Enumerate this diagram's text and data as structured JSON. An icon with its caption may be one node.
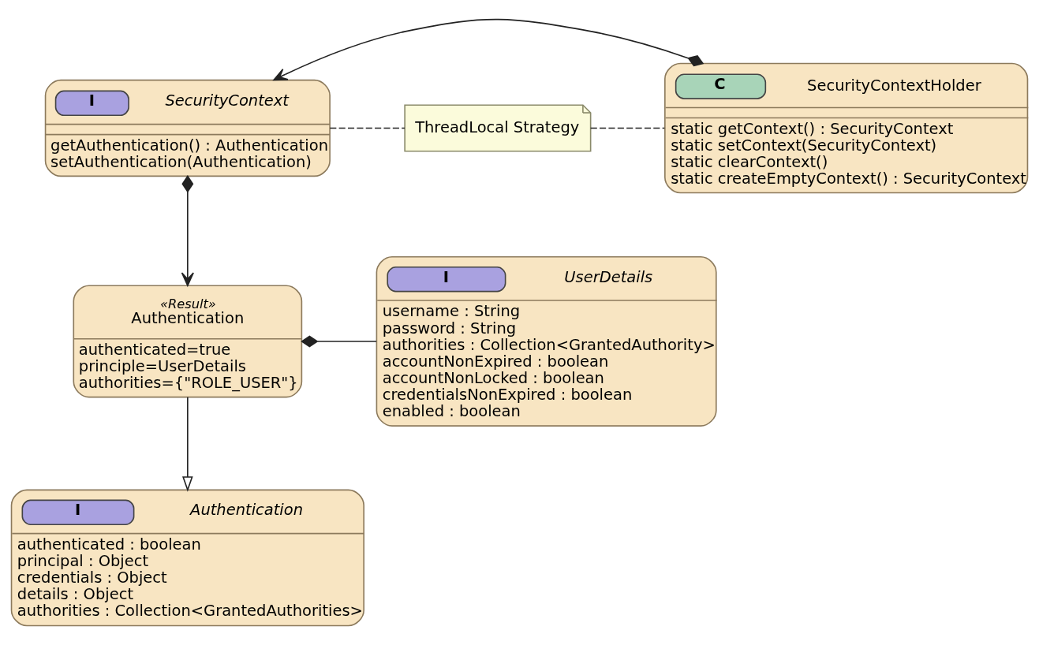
{
  "diagram": {
    "nodes": [
      {
        "text": [
          "I",
          "Authentication",
          "authenticated : boolean",
          "principal : Object",
          "credentials : Object",
          "details : Object",
          "authorities : Collection<GrantedAuthorities>"
        ]
      },
      {
        "text": [
          "«Result»",
          "Authentication",
          "authenticated=true",
          "principle=UserDetails",
          "authorities={\"ROLE_USER\"}"
        ]
      },
      {
        "text": [
          "I",
          "UserDetails",
          "username : String",
          "password : String",
          "authorities : Collection<GrantedAuthority>",
          "accountNonExpired : boolean",
          "accountNonLocked : boolean",
          "credentialsNonExpired : boolean",
          "enabled : boolean"
        ]
      },
      {
        "text": [
          "I",
          "SecurityContext",
          "getAuthentication() : Authentication",
          "setAuthentication(Authentication)"
        ]
      },
      {
        "text": [
          "C",
          "SecurityContextHolder",
          "static getContext() : SecurityContext",
          "static setContext(SecurityContext)",
          "static clearContext()",
          "static createEmptyContext() : SecurityContext"
        ]
      },
      {
        "text": [
          "ThreadLocal Strategy"
        ]
      }
    ],
    "edges": [
      {
        "from": 1,
        "to": 0,
        "arrow": "to"
      },
      {
        "from": 1,
        "to": 2,
        "arrow": "other"
      },
      {
        "from": 3,
        "to": 1,
        "arrow": "to"
      },
      {
        "from": 4,
        "to": 3,
        "arrow": "to"
      },
      {
        "from": 3,
        "to": 5,
        "arrow": "none",
        "style": "dashed"
      },
      {
        "from": 5,
        "to": 4,
        "arrow": "none",
        "style": "dashed"
      }
    ]
  }
}
